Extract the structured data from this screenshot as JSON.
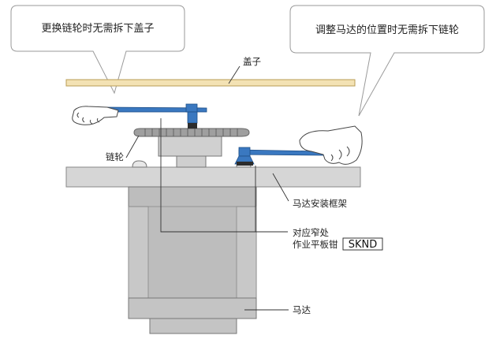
{
  "callouts": {
    "left_bubble": "更换链轮时无需拆下盖子",
    "right_bubble": "调整马达的位置时无需拆下链轮"
  },
  "labels": {
    "cover": "盖子",
    "sprocket": "链轮",
    "motor_mount_frame": "马达安装框架",
    "tool_line1": "对应窄处",
    "tool_line2": "作业平板钳",
    "tool_code": "SKND",
    "motor": "马达"
  },
  "colors": {
    "cover_fill": "#f3e2b4",
    "chain_blue": "#3a78c0",
    "frame_gray": "#d4d4d4",
    "motor_gray": "#b9b9b9",
    "sprocket_gray": "#9a9a9a"
  }
}
